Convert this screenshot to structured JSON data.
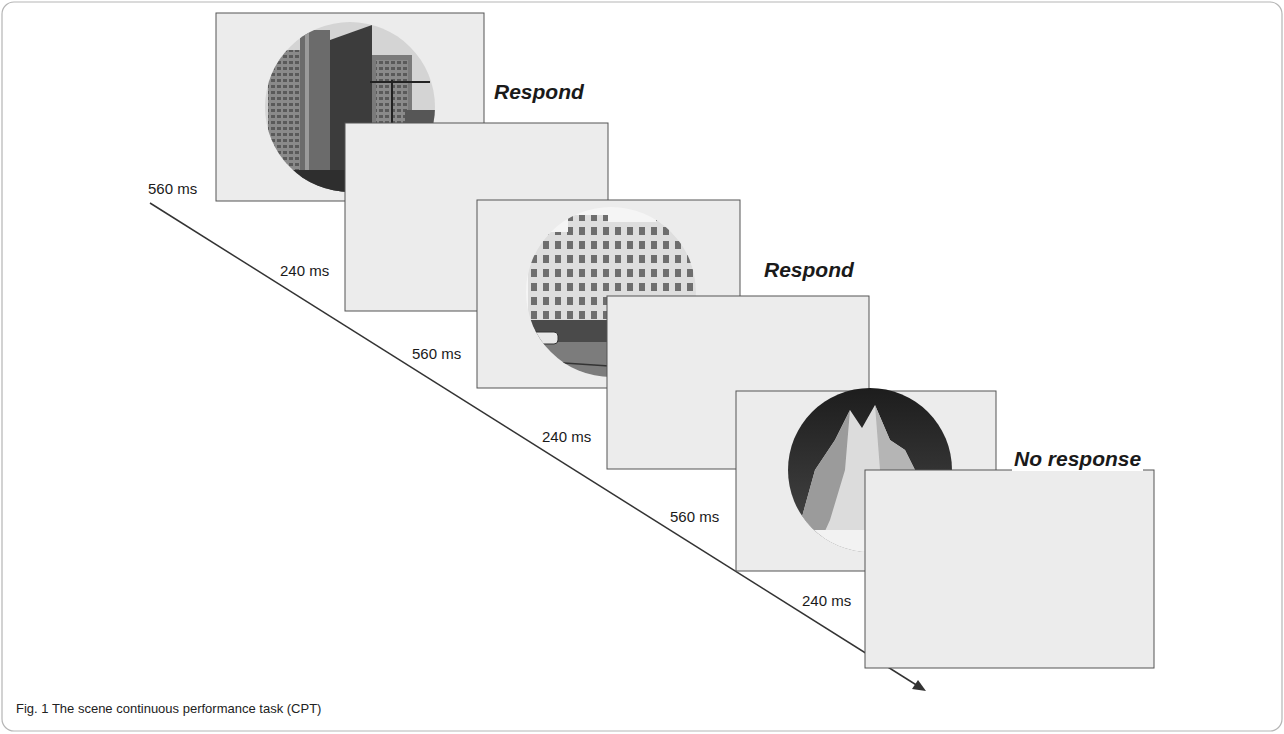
{
  "diagram": {
    "caption": "Fig. 1 The scene continuous performance task (CPT)",
    "labels": [
      "Respond",
      "Respond",
      "No response",
      "560 ms",
      "240 ms",
      "560 ms",
      "240 ms",
      "560 ms",
      "240 ms"
    ]
  }
}
